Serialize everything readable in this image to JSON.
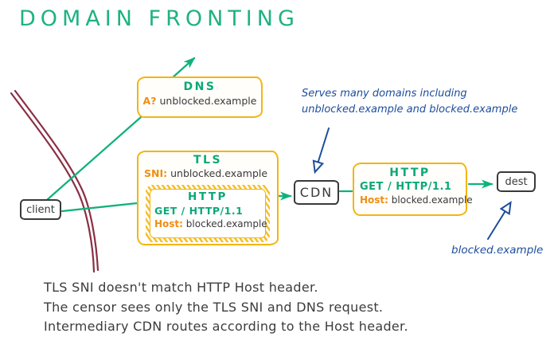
{
  "title": "DOMAIN FRONTING",
  "colors": {
    "green": "#0ca877",
    "title_green": "#1eb283",
    "box_yellow": "#f3b511",
    "label_orange": "#ef8e11",
    "ink": "#3a3a3a",
    "note_blue": "#1c4d9c",
    "censor_maroon": "#8a2f44"
  },
  "nodes": {
    "client": {
      "label": "client"
    },
    "cdn": {
      "label": "CDN"
    },
    "dest": {
      "label": "dest"
    },
    "dns": {
      "title": "DNS",
      "field_label": "A?",
      "field_value": "unblocked.example"
    },
    "tls": {
      "title": "TLS",
      "field_label": "SNI:",
      "field_value": "unblocked.example"
    },
    "tls_http": {
      "title": "HTTP",
      "request_line": "GET / HTTP/1.1",
      "field_label": "Host:",
      "field_value": "blocked.example"
    },
    "cdn_http": {
      "title": "HTTP",
      "request_line": "GET / HTTP/1.1",
      "field_label": "Host:",
      "field_value": "blocked.example"
    }
  },
  "annotations": {
    "cdn_note_line1": "Serves many domains including",
    "cdn_note_line2": "unblocked.example and blocked.example",
    "dest_note": "blocked.example"
  },
  "footer_lines": [
    "TLS SNI doesn't match HTTP Host header.",
    "The censor sees only the TLS SNI and DNS request.",
    "Intermediary CDN routes according to the Host header."
  ]
}
